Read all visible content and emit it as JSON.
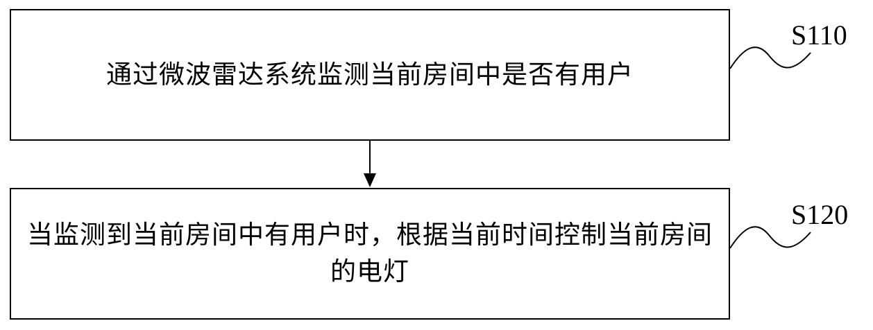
{
  "steps": [
    {
      "id": "S110",
      "label": "S110",
      "text": "通过微波雷达系统监测当前房间中是否有用户"
    },
    {
      "id": "S120",
      "label": "S120",
      "text": "当监测到当前房间中有用户时，根据当前时间控制当前房间的电灯"
    }
  ],
  "colors": {
    "stroke": "#000000",
    "background": "#ffffff"
  }
}
